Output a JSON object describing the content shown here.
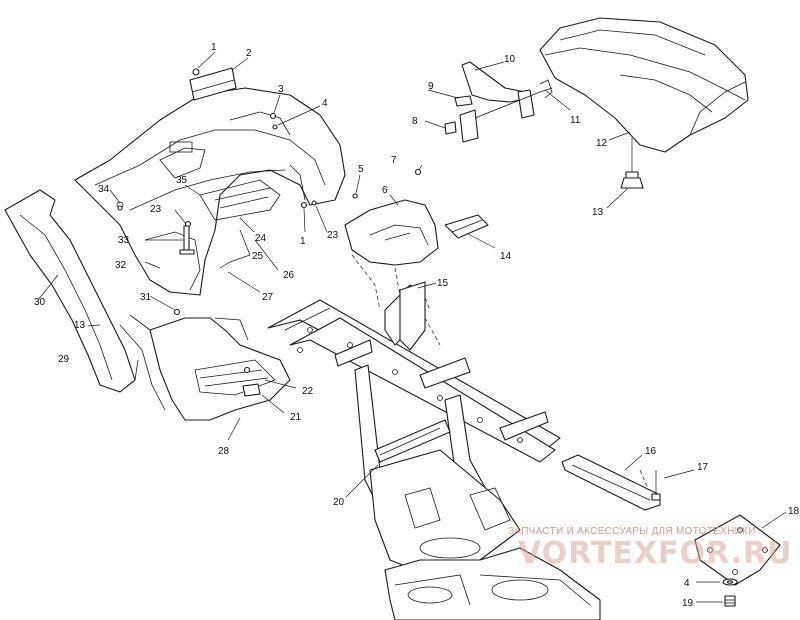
{
  "callouts": {
    "c1a": "1",
    "c2": "2",
    "c3": "3",
    "c4a": "4",
    "c5": "5",
    "c6": "6",
    "c7": "7",
    "c8": "8",
    "c9": "9",
    "c10": "10",
    "c11": "11",
    "c12": "12",
    "c13": "13",
    "c14": "14",
    "c15": "15",
    "c1b": "1",
    "c23a": "23",
    "c23b": "23",
    "c24": "24",
    "c25": "25",
    "c26": "26",
    "c27": "27",
    "c30": "30",
    "c31": "31",
    "c32": "32",
    "c33": "33",
    "c34": "34",
    "c35": "35",
    "c29": "29",
    "c13b": "13",
    "c28": "28",
    "c21": "21",
    "c22": "22",
    "c20": "20",
    "c16": "16",
    "c17": "17",
    "c18": "18",
    "c4b": "4",
    "c19": "19"
  },
  "watermark": {
    "tagline": "ЗАПЧАСТИ И АКСЕССУАРЫ ДЛЯ МОТОТЕХНИКИ",
    "logo": "VORTEXFOR.RU"
  }
}
